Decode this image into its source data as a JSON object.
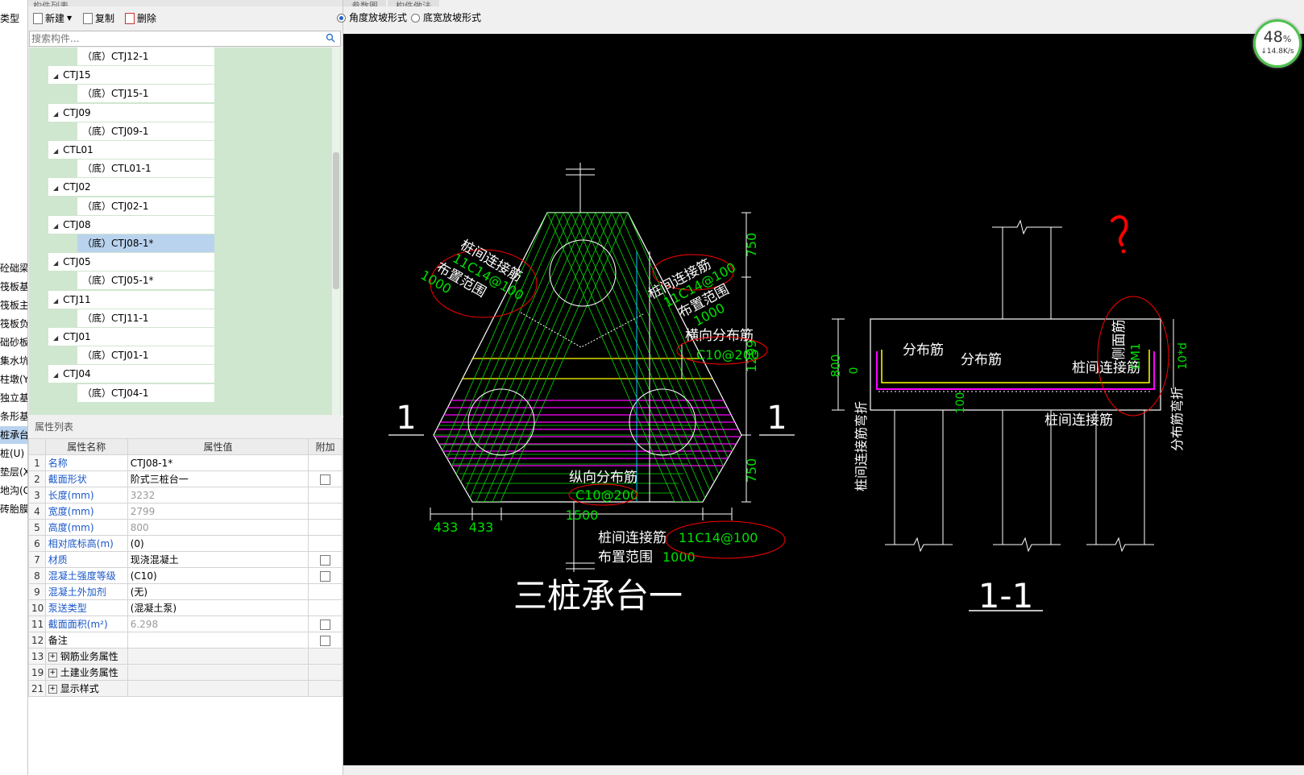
{
  "left_strip": {
    "items": [
      "类型",
      "砼础梁(",
      "筏板基础",
      "筏板主筋",
      "筏板负筋",
      "础砂板带",
      "集水坑(",
      "柱墩(Y)",
      "独立基础",
      "条形基础",
      "桩承台(",
      "桩(U)",
      "垫层(X)",
      "地沟(G)",
      "砖胎膜"
    ],
    "selected_index": 10
  },
  "component_panel": {
    "header": "构件列表",
    "toolbar": {
      "new": "新建",
      "copy": "复制",
      "delete": "删除"
    },
    "search_placeholder": "搜索构件...",
    "tree": [
      {
        "type": "child",
        "label": "（底）CTJ12-1"
      },
      {
        "type": "parent",
        "label": "CTJ15"
      },
      {
        "type": "child",
        "label": "（底）CTJ15-1"
      },
      {
        "type": "parent",
        "label": "CTJ09"
      },
      {
        "type": "child",
        "label": "（底）CTJ09-1"
      },
      {
        "type": "parent",
        "label": "CTL01"
      },
      {
        "type": "child",
        "label": "（底）CTL01-1"
      },
      {
        "type": "parent",
        "label": "CTJ02"
      },
      {
        "type": "child",
        "label": "（底）CTJ02-1"
      },
      {
        "type": "parent",
        "label": "CTJ08"
      },
      {
        "type": "child",
        "label": "（底）CTJ08-1*",
        "selected": true
      },
      {
        "type": "parent",
        "label": "CTJ05"
      },
      {
        "type": "child",
        "label": "（底）CTJ05-1*"
      },
      {
        "type": "parent",
        "label": "CTJ11"
      },
      {
        "type": "child",
        "label": "（底）CTJ11-1"
      },
      {
        "type": "parent",
        "label": "CTJ01"
      },
      {
        "type": "child",
        "label": "（底）CTJ01-1"
      },
      {
        "type": "parent",
        "label": "CTJ04"
      },
      {
        "type": "child",
        "label": "（底）CTJ04-1"
      }
    ]
  },
  "property_panel": {
    "title": "属性列表",
    "headers": [
      "属性名称",
      "属性值",
      "附加"
    ],
    "rows": [
      {
        "num": "1",
        "name": "名称",
        "value": "CTJ08-1*",
        "checkbox": false,
        "name_style": "blue",
        "value_style": ""
      },
      {
        "num": "2",
        "name": "截面形状",
        "value": "阶式三桩台一",
        "checkbox": true,
        "name_style": "blue",
        "value_style": ""
      },
      {
        "num": "3",
        "name": "长度(mm)",
        "value": "3232",
        "checkbox": false,
        "name_style": "blue",
        "value_style": "gray"
      },
      {
        "num": "4",
        "name": "宽度(mm)",
        "value": "2799",
        "checkbox": false,
        "name_style": "blue",
        "value_style": "gray"
      },
      {
        "num": "5",
        "name": "高度(mm)",
        "value": "800",
        "checkbox": false,
        "name_style": "blue",
        "value_style": "gray"
      },
      {
        "num": "6",
        "name": "相对底标高(m)",
        "value": "(0)",
        "checkbox": false,
        "name_style": "blue",
        "value_style": ""
      },
      {
        "num": "7",
        "name": "材质",
        "value": "现浇混凝土",
        "checkbox": true,
        "name_style": "blue",
        "value_style": ""
      },
      {
        "num": "8",
        "name": "混凝土强度等级",
        "value": "(C10)",
        "checkbox": true,
        "name_style": "blue",
        "value_style": ""
      },
      {
        "num": "9",
        "name": "混凝土外加剂",
        "value": "(无)",
        "checkbox": false,
        "name_style": "blue",
        "value_style": ""
      },
      {
        "num": "10",
        "name": "泵送类型",
        "value": "(混凝土泵)",
        "checkbox": false,
        "name_style": "blue",
        "value_style": ""
      },
      {
        "num": "11",
        "name": "截面面积(m²)",
        "value": "6.298",
        "checkbox": true,
        "name_style": "blue",
        "value_style": "gray"
      },
      {
        "num": "12",
        "name": "备注",
        "value": "",
        "checkbox": true,
        "name_style": "",
        "value_style": ""
      },
      {
        "num": "13",
        "name": "钢筋业务属性",
        "value": "",
        "checkbox": false,
        "name_style": "group",
        "value_style": ""
      },
      {
        "num": "19",
        "name": "土建业务属性",
        "value": "",
        "checkbox": false,
        "name_style": "group",
        "value_style": ""
      },
      {
        "num": "21",
        "name": "显示样式",
        "value": "",
        "checkbox": false,
        "name_style": "group",
        "value_style": ""
      }
    ]
  },
  "right_panel": {
    "tabs": [
      "参数图",
      "构件做法"
    ],
    "radio_options": [
      {
        "label": "角度放坡形式",
        "checked": true
      },
      {
        "label": "底宽放坡形式",
        "checked": false
      }
    ]
  },
  "speed_widget": {
    "percent": "48",
    "unit": "%",
    "rate": "↓14.8K/s"
  },
  "drawing": {
    "plan_title": "三桩承台一",
    "section_title": "1-1",
    "section_mark": "1",
    "dims": {
      "top_750": "750",
      "mid_1299": "1299",
      "bot_750": "750",
      "w_1500": "1500",
      "d433a": "433",
      "d433b": "433",
      "h800": "800",
      "h0": "0",
      "h100": "100"
    },
    "labels": {
      "left_conn": "桩间连接筋",
      "left_conn_val": "11C14@100",
      "left_range": "布置范围",
      "left_range_val": "1000",
      "right_conn": "桩间连接筋",
      "right_conn_val": "11C14@100",
      "right_range": "布置范围",
      "right_range_val": "1000",
      "transverse": "横向分布筋",
      "transverse_val": "C10@200",
      "longitudinal": "纵向分布筋",
      "longitudinal_val": "C10@200",
      "bottom_conn": "桩间连接筋",
      "bottom_conn_val": "11C14@100",
      "bottom_range": "布置范围",
      "bottom_range_val": "1000",
      "dist1": "分布筋",
      "dist2": "分布筋",
      "conn_sec": "桩间连接筋",
      "conn_sec2": "桩间连接筋",
      "side_face": "侧面筋",
      "side_val": "CM1",
      "bend_left": "桩间连接筋弯折",
      "bend_right": "分布筋弯折",
      "bend_len": "10*d"
    },
    "colors": {
      "green": "#00e000",
      "white": "#ffffff",
      "magenta": "#ff00ff",
      "yellow": "#ffff00",
      "red": "#ff0000",
      "cyan": "#00ccff"
    }
  }
}
